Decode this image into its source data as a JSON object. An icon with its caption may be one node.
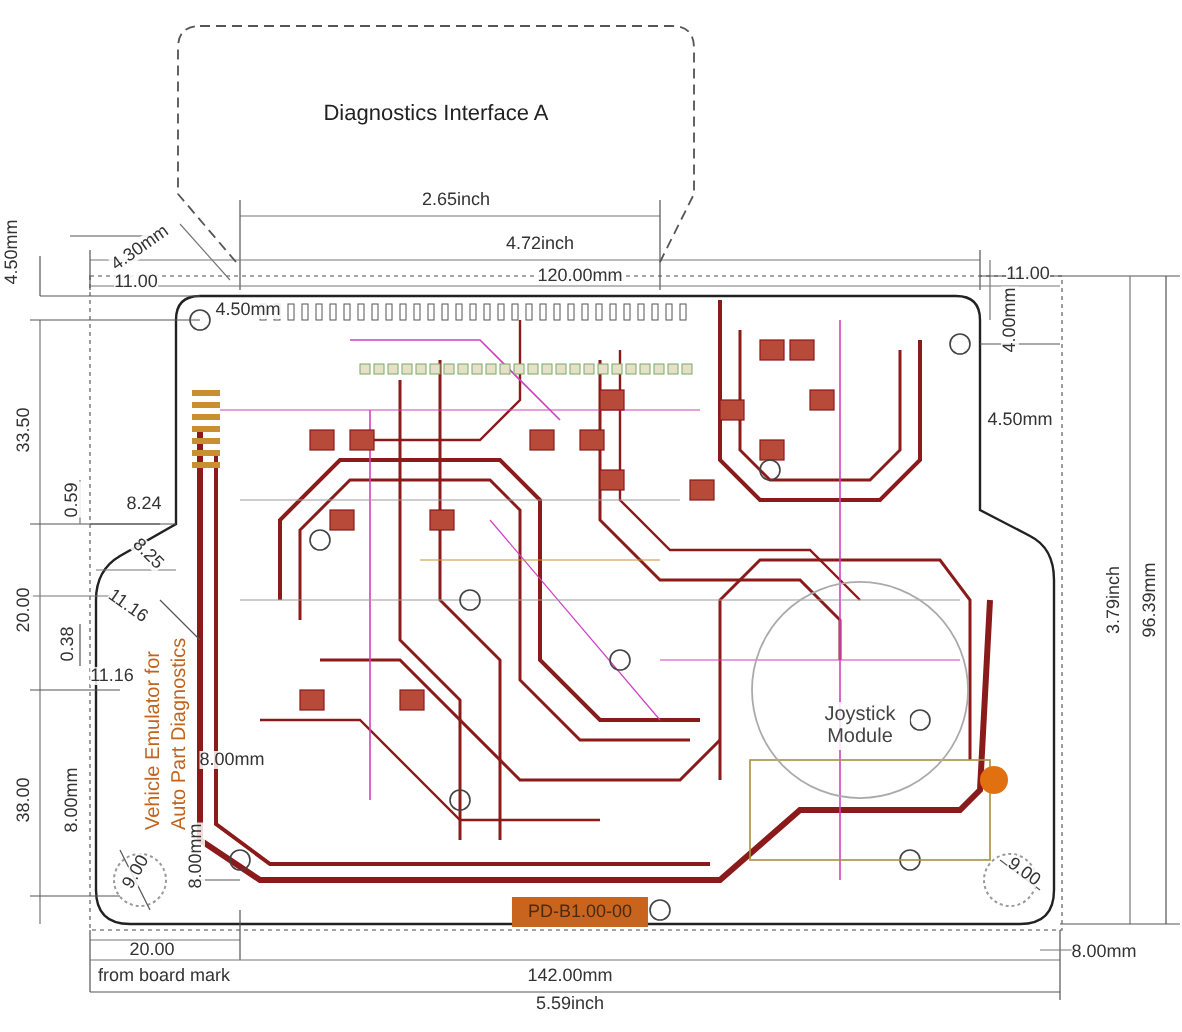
{
  "diagram": {
    "nodes": [
      {
        "text": [
          "Diagnostics Interface A"
        ]
      },
      {
        "text": [
          "Joystick Module"
        ]
      }
    ],
    "labels": [
      "2.65inch",
      "4.72inch",
      "120.00mm",
      "4.50mm",
      "4.30mm",
      "11.00",
      "4.50mm",
      "33.50",
      "0.59",
      "8.24",
      "8.25",
      "20.00",
      "0.38",
      "11.16",
      "11.16",
      "38.00",
      "8.00mm",
      "8.00mm",
      "8.00mm",
      "9.00",
      "20.00",
      "from board mark",
      "142.00mm",
      "5.59inch",
      "4.00mm",
      "11.00",
      "4.50mm",
      "3.79inch",
      "96.39mm",
      "9.00",
      "8.00mm",
      "Vehicle Emulator for Auto Part Diagnostics",
      "PD-B1.00-00"
    ]
  }
}
